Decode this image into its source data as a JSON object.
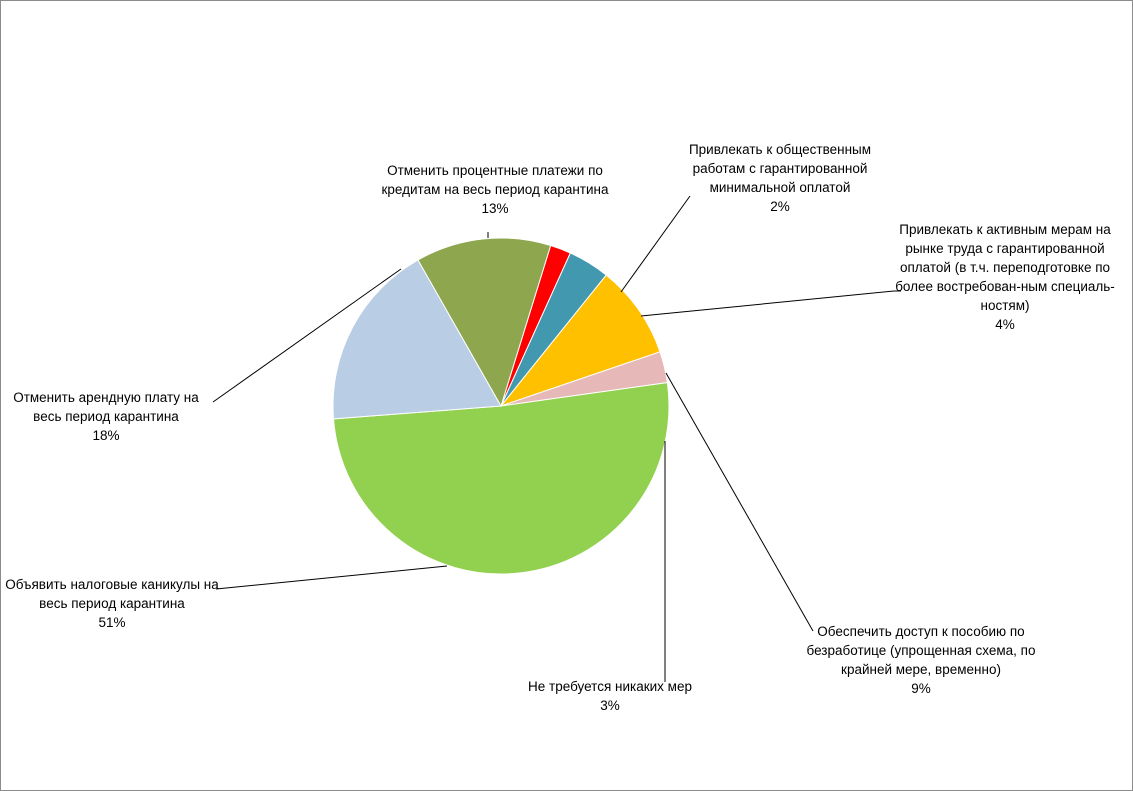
{
  "chart_data": {
    "type": "pie",
    "title": "",
    "start_angle_deg": 0,
    "slices": [
      {
        "label": "Привлекать к общественным работам с гарантированной минимальной оплатой",
        "value": 2,
        "pct_label": "2%",
        "color": "#ff0000"
      },
      {
        "label": "Привлекать к активным мерам на рынке труда  с гарантированной оплатой (в т.ч.  переподготовке  по более востребован-ным специаль-ностям)",
        "value": 4,
        "pct_label": "4%",
        "color": "#4198af"
      },
      {
        "label": "Обеспечить доступ к пособию по безработице (упрощенная схема, по крайней мере, временно)",
        "value": 9,
        "pct_label": "9%",
        "color": "#ffc000"
      },
      {
        "label": "Не требуется никаких мер",
        "value": 3,
        "pct_label": "3%",
        "color": "#e6b9b8"
      },
      {
        "label": "Объявить налоговые каникулы на весь период карантина",
        "value": 51,
        "pct_label": "51%",
        "color": "#92d050"
      },
      {
        "label": "Отменить арендную плату на весь период карантина",
        "value": 18,
        "pct_label": "18%",
        "color": "#b9cde5"
      },
      {
        "label": "Отменить процентные платежи по кредитам на весь период карантина",
        "value": 13,
        "pct_label": "13%",
        "color": "#8ea64e"
      }
    ]
  }
}
